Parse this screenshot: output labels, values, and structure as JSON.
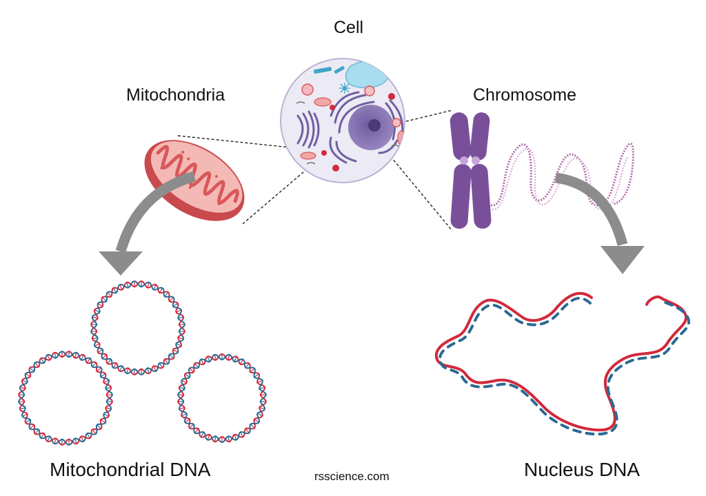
{
  "labels": {
    "cell": "Cell",
    "mitochondria": "Mitochondria",
    "chromosome": "Chromosome",
    "mitochondrial_dna": "Mitochondrial DNA",
    "nucleus_dna": "Nucleus DNA",
    "website": "rsscience.com"
  },
  "colors": {
    "dna_red": "#d12a3c",
    "dna_blue": "#2a6a93",
    "arrow_gray": "#8c8c8c",
    "cell_fill": "#eceaf5",
    "nucleus": "#7d6aa8",
    "mitochondrion": "#d9585a",
    "chromosome": "#7a4f9a"
  },
  "icons": [
    "cell-illustration",
    "mitochondrion-illustration",
    "chromosome-illustration",
    "mitochondrial-dna-rings",
    "nucleus-dna-strand",
    "curved-arrow-left",
    "curved-arrow-right"
  ]
}
